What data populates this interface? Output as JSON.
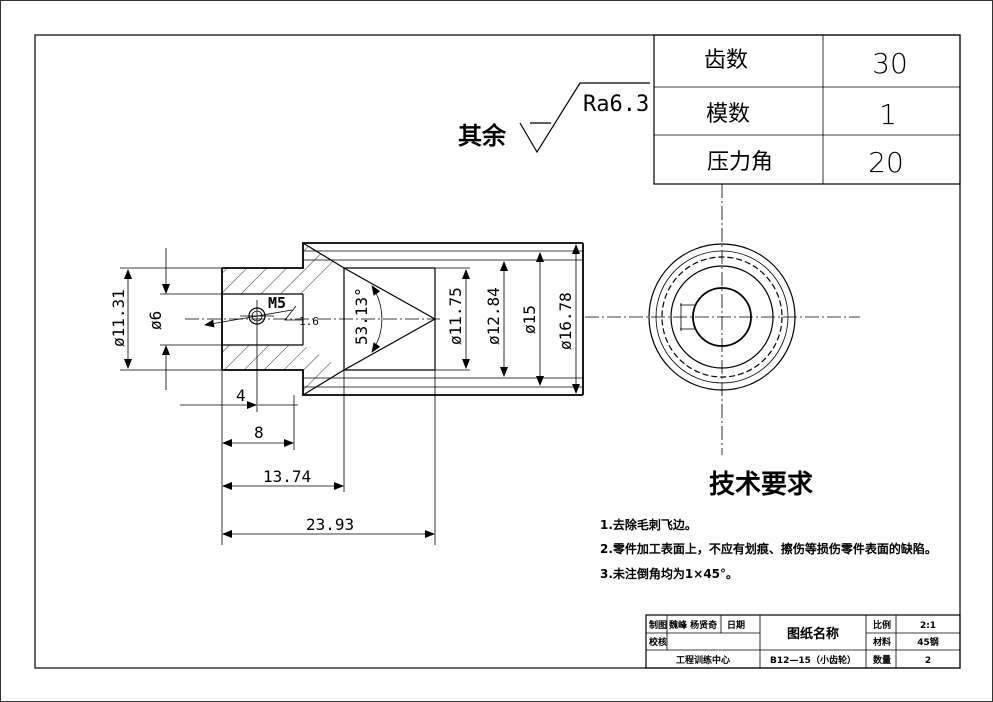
{
  "gear_params": [
    {
      "name": "齿数",
      "value": "30"
    },
    {
      "name": "模数",
      "value": "1"
    },
    {
      "name": "压力角",
      "value": "20"
    }
  ],
  "surface_finish": {
    "prefix": "其余",
    "ra": "Ra6.3"
  },
  "dimensions": {
    "d_11_31": "ø11.31",
    "d_6": "ø6",
    "thread": "M5",
    "roughness_local": "1.6",
    "angle": "53.13°",
    "d_11_75": "ø11.75",
    "d_12_84": "ø12.84",
    "d_15": "ø15",
    "d_16_78": "ø16.78",
    "len_4": "4",
    "len_8": "8",
    "len_13_74": "13.74",
    "len_23_93": "23.93"
  },
  "tech_requirements": {
    "title": "技术要求",
    "items": [
      "1.去除毛刺飞边。",
      "2.零件加工表面上，不应有划痕、擦伤等损伤零件表面的缺陷。",
      "3.未注倒角均为1×45°。"
    ]
  },
  "title_block": {
    "made_by_label": "制图",
    "made_by": "魏峰 杨贤奇",
    "date_label": "日期",
    "checked_label": "校核",
    "drawing_name": "图纸名称",
    "scale_label": "比例",
    "scale": "2:1",
    "material_label": "材料",
    "material": "45钢",
    "org": "工程训练中心",
    "drawing_no": "B12—15（小齿轮）",
    "qty_label": "数量",
    "qty": "2"
  }
}
